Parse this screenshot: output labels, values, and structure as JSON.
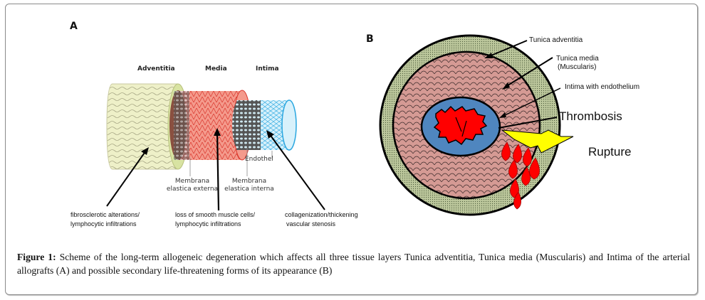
{
  "figure": {
    "panel_a": {
      "label": "A",
      "layer_headings": [
        "Adventitia",
        "Media",
        "Intima"
      ],
      "structure_labels": {
        "endothel": "Endothel",
        "membrana_externa": [
          "Membrana",
          "elastica externa"
        ],
        "membrana_interna": [
          "Membrana",
          "elastica interna"
        ]
      },
      "annotations": [
        {
          "line1": "fibrosclerotic alterations/",
          "line2": "lymphocytic infiltrations"
        },
        {
          "line1": "loss of smooth muscle cells/",
          "line2": "lymphocytic infiltrations"
        },
        {
          "line1": "collagenization/thickening",
          "line2": "vascular stenosis"
        }
      ],
      "colors": {
        "adventitia": "#eef0c8",
        "media": "#f07a6a",
        "intima": "#bfe6f7",
        "intima_stroke": "#2aa7e0",
        "membrane": "#555555"
      }
    },
    "panel_b": {
      "label": "B",
      "labels": {
        "tunica_adventitia": "Tunica adventitia",
        "tunica_media": [
          "Tunica media",
          "(Muscularis)"
        ],
        "intima": "Intima with endothelium",
        "thrombosis": "Thrombosis",
        "rupture": "Rupture"
      },
      "colors": {
        "adventitia": "#bcc79c",
        "media": "#d59a94",
        "intima": "#4f86bf",
        "thrombus": "#ff0000",
        "lightning": "#ffff00"
      }
    },
    "caption": {
      "prefix": "Figure 1:",
      "text": "Scheme of the long-term allogeneic degeneration which affects all three tissue layers Tunica adventitia, Tunica media (Muscularis) and Intima of the arterial allografts (A) and possible secondary life-threatening forms of its appearance (B)"
    }
  }
}
